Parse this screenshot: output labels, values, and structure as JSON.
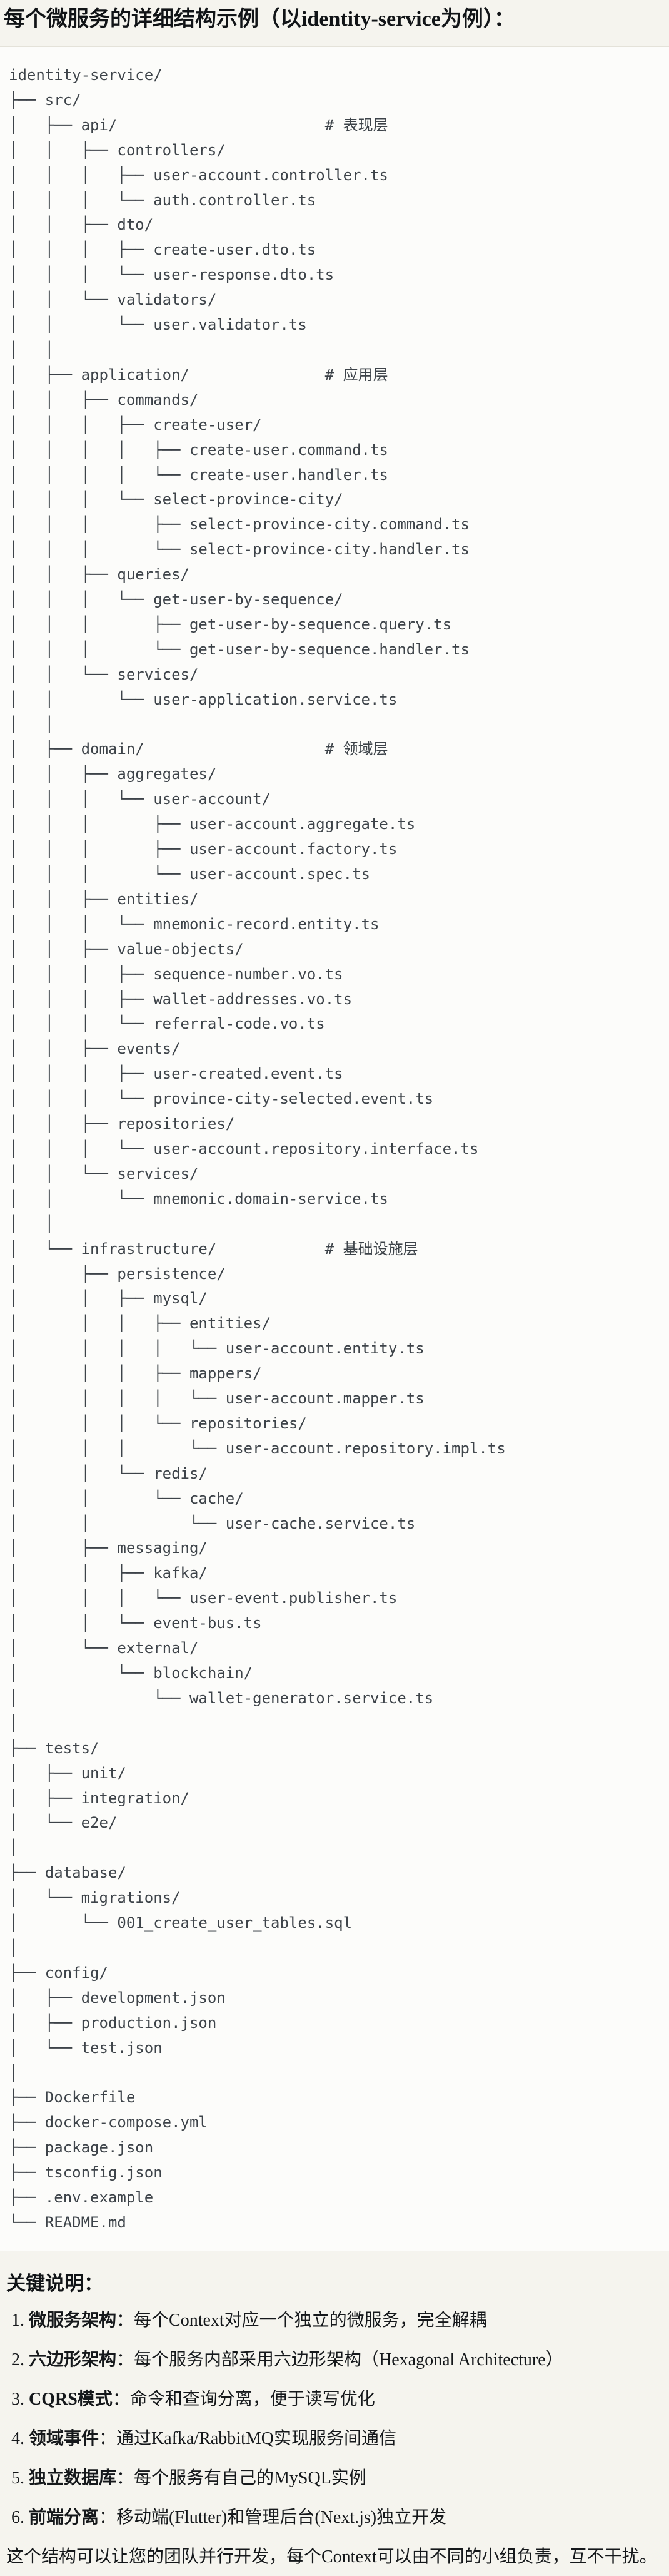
{
  "title": "每个微服务的详细结构示例（以identity-service为例）：",
  "colors": {
    "page_background": "#f5f4ee",
    "code_background": "#fcfcfa",
    "code_border": "#e4e2d9",
    "code_text": "#3d4349",
    "body_text": "#15181b"
  },
  "code_block": {
    "language": "plaintext",
    "lines": [
      "identity-service/",
      "├── src/",
      "│   ├── api/                       # 表现层",
      "│   │   ├── controllers/",
      "│   │   │   ├── user-account.controller.ts",
      "│   │   │   └── auth.controller.ts",
      "│   │   ├── dto/",
      "│   │   │   ├── create-user.dto.ts",
      "│   │   │   └── user-response.dto.ts",
      "│   │   └── validators/",
      "│   │       └── user.validator.ts",
      "│   │",
      "│   ├── application/               # 应用层",
      "│   │   ├── commands/",
      "│   │   │   ├── create-user/",
      "│   │   │   │   ├── create-user.command.ts",
      "│   │   │   │   └── create-user.handler.ts",
      "│   │   │   └── select-province-city/",
      "│   │   │       ├── select-province-city.command.ts",
      "│   │   │       └── select-province-city.handler.ts",
      "│   │   ├── queries/",
      "│   │   │   └── get-user-by-sequence/",
      "│   │   │       ├── get-user-by-sequence.query.ts",
      "│   │   │       └── get-user-by-sequence.handler.ts",
      "│   │   └── services/",
      "│   │       └── user-application.service.ts",
      "│   │",
      "│   ├── domain/                    # 领域层",
      "│   │   ├── aggregates/",
      "│   │   │   └── user-account/",
      "│   │   │       ├── user-account.aggregate.ts",
      "│   │   │       ├── user-account.factory.ts",
      "│   │   │       └── user-account.spec.ts",
      "│   │   ├── entities/",
      "│   │   │   └── mnemonic-record.entity.ts",
      "│   │   ├── value-objects/",
      "│   │   │   ├── sequence-number.vo.ts",
      "│   │   │   ├── wallet-addresses.vo.ts",
      "│   │   │   └── referral-code.vo.ts",
      "│   │   ├── events/",
      "│   │   │   ├── user-created.event.ts",
      "│   │   │   └── province-city-selected.event.ts",
      "│   │   ├── repositories/",
      "│   │   │   └── user-account.repository.interface.ts",
      "│   │   └── services/",
      "│   │       └── mnemonic.domain-service.ts",
      "│   │",
      "│   └── infrastructure/            # 基础设施层",
      "│       ├── persistence/",
      "│       │   ├── mysql/",
      "│       │   │   ├── entities/",
      "│       │   │   │   └── user-account.entity.ts",
      "│       │   │   ├── mappers/",
      "│       │   │   │   └── user-account.mapper.ts",
      "│       │   │   └── repositories/",
      "│       │   │       └── user-account.repository.impl.ts",
      "│       │   └── redis/",
      "│       │       └── cache/",
      "│       │           └── user-cache.service.ts",
      "│       ├── messaging/",
      "│       │   ├── kafka/",
      "│       │   │   └── user-event.publisher.ts",
      "│       │   └── event-bus.ts",
      "│       └── external/",
      "│           └── blockchain/",
      "│               └── wallet-generator.service.ts",
      "│",
      "├── tests/",
      "│   ├── unit/",
      "│   ├── integration/",
      "│   └── e2e/",
      "│",
      "├── database/",
      "│   └── migrations/",
      "│       └── 001_create_user_tables.sql",
      "│",
      "├── config/",
      "│   ├── development.json",
      "│   ├── production.json",
      "│   └── test.json",
      "│",
      "├── Dockerfile",
      "├── docker-compose.yml",
      "├── package.json",
      "├── tsconfig.json",
      "├── .env.example",
      "└── README.md"
    ]
  },
  "notes": {
    "heading": "关键说明：",
    "items": [
      {
        "num": "1.",
        "label": "微服务架构",
        "desc": "：每个Context对应一个独立的微服务，完全解耦"
      },
      {
        "num": "2.",
        "label": "六边形架构",
        "desc": "：每个服务内部采用六边形架构（Hexagonal Architecture）"
      },
      {
        "num": "3.",
        "label": "CQRS模式",
        "desc": "：命令和查询分离，便于读写优化"
      },
      {
        "num": "4.",
        "label": "领域事件",
        "desc": "：通过Kafka/RabbitMQ实现服务间通信"
      },
      {
        "num": "5.",
        "label": "独立数据库",
        "desc": "：每个服务有自己的MySQL实例"
      },
      {
        "num": "6.",
        "label": "前端分离",
        "desc": "：移动端(Flutter)和管理后台(Next.js)独立开发"
      }
    ],
    "footer": "这个结构可以让您的团队并行开发，每个Context可以由不同的小组负责，互不干扰。"
  }
}
